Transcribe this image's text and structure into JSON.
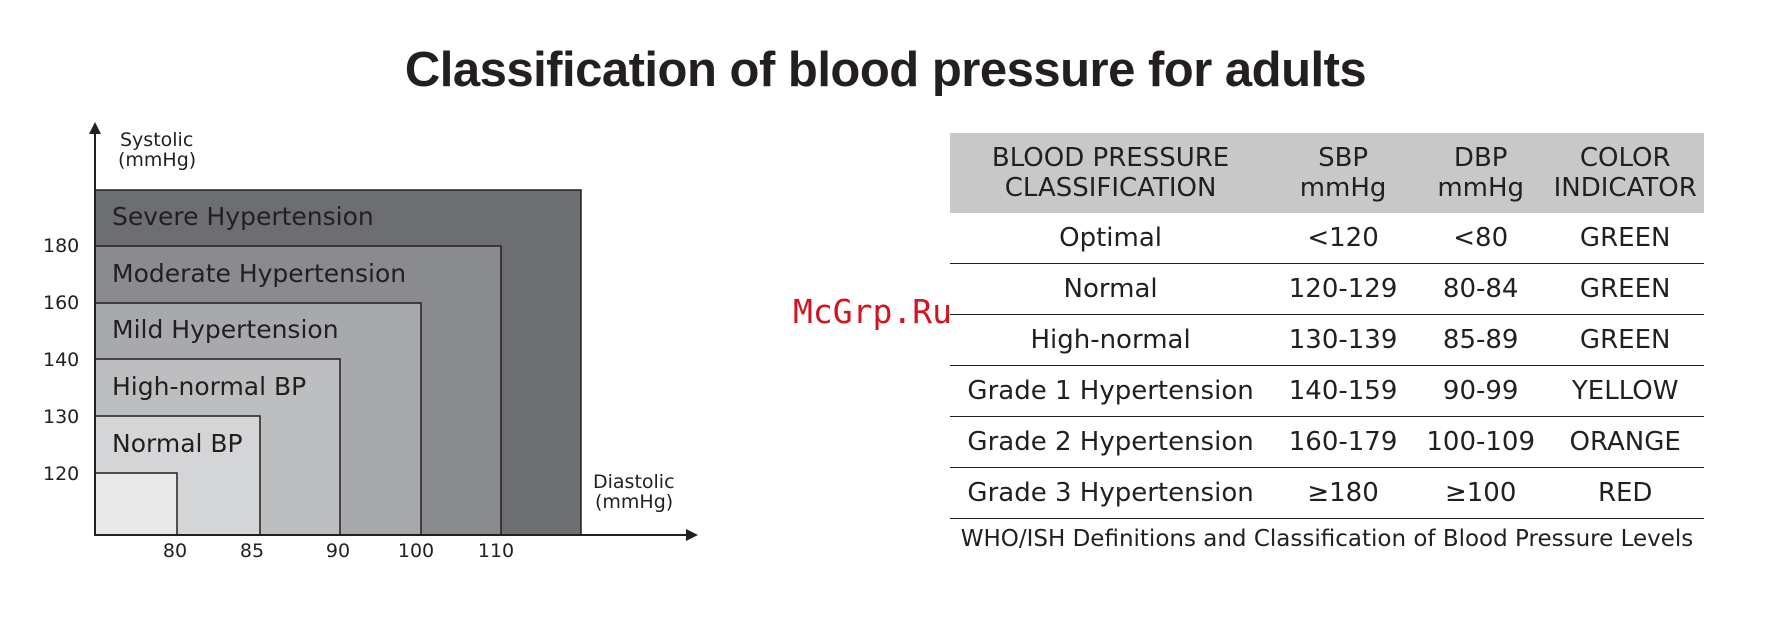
{
  "title": "Classification of blood pressure for adults",
  "watermark": "McGrp.Ru",
  "diagram": {
    "y_axis_label": [
      "Systolic",
      "(mmHg)"
    ],
    "x_axis_label": [
      "Diastolic",
      "(mmHg)"
    ],
    "y_ticks": [
      "180",
      "160",
      "140",
      "130",
      "120"
    ],
    "x_ticks": [
      "80",
      "85",
      "90",
      "100",
      "110"
    ],
    "zones": [
      {
        "label": "Severe Hypertension",
        "color": "#6d6e71"
      },
      {
        "label": "Moderate Hypertension",
        "color": "#8a8b8e"
      },
      {
        "label": "Mild Hypertension",
        "color": "#a7a9ac"
      },
      {
        "label": "High-normal BP",
        "color": "#bdbec0"
      },
      {
        "label": "Normal BP",
        "color": "#d4d5d7"
      },
      {
        "label": "",
        "color": "#e8e8e9"
      }
    ]
  },
  "table": {
    "headers": [
      [
        "BLOOD PRESSURE",
        "CLASSIFICATION"
      ],
      [
        "SBP",
        "mmHg"
      ],
      [
        "DBP",
        "mmHg"
      ],
      [
        "COLOR",
        "INDICATOR"
      ]
    ],
    "rows": [
      [
        "Optimal",
        "<120",
        "<80",
        "GREEN"
      ],
      [
        "Normal",
        "120-129",
        "80-84",
        "GREEN"
      ],
      [
        "High-normal",
        "130-139",
        "85-89",
        "GREEN"
      ],
      [
        "Grade 1 Hypertension",
        "140-159",
        "90-99",
        "YELLOW"
      ],
      [
        "Grade 2 Hypertension",
        "160-179",
        "100-109",
        "ORANGE"
      ],
      [
        "Grade 3 Hypertension",
        "≥180",
        "≥100",
        "RED"
      ]
    ],
    "header_bg": "#c8c8c8"
  },
  "caption": "WHO/ISH Definitions and Classification of Blood Pressure Levels"
}
